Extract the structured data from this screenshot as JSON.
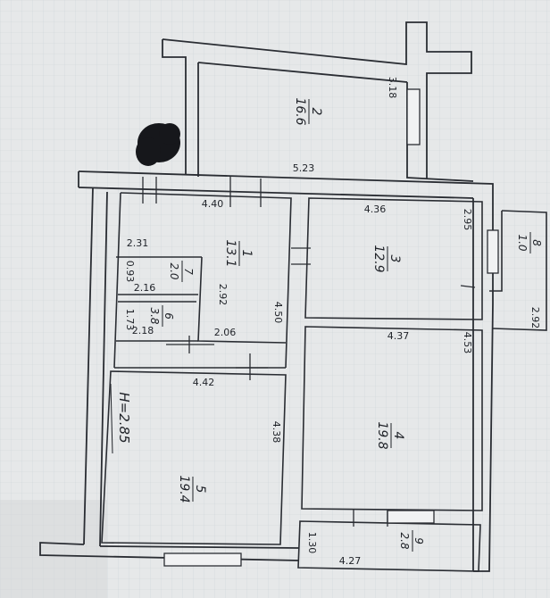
{
  "plan": {
    "height_label": "H=2.85",
    "rooms": [
      {
        "number": "1",
        "area": "13.1"
      },
      {
        "number": "2",
        "area": "16.6"
      },
      {
        "number": "3",
        "area": "12.9"
      },
      {
        "number": "4",
        "area": "19.8"
      },
      {
        "number": "5",
        "area": "19.4"
      },
      {
        "number": "6",
        "area": "3.8"
      },
      {
        "number": "7",
        "area": "2.0"
      },
      {
        "number": "8",
        "area": "1.0"
      },
      {
        "number": "9",
        "area": "2.8"
      }
    ],
    "dimensions": [
      "3.18",
      "5.23",
      "4.40",
      "4.36",
      "2.95",
      "2.92",
      "2.31",
      "0.93",
      "2.16",
      "2.92",
      "4.50",
      "1.73",
      "2.18",
      "2.06",
      "4.37",
      "4.53",
      "4.42",
      "4.38",
      "1.30",
      "4.27"
    ]
  }
}
